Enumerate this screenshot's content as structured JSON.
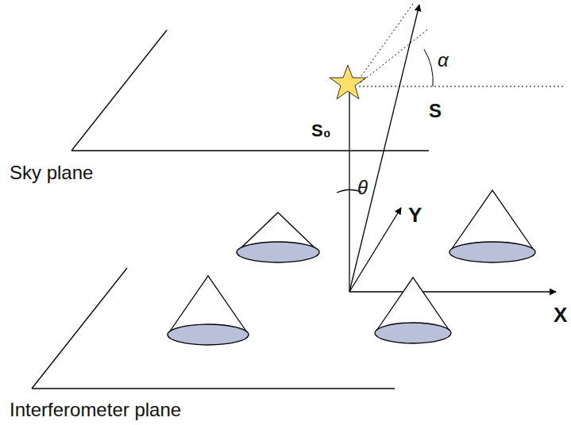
{
  "diagram": {
    "labels": [
      "Sky plane",
      "Interferometer plane",
      "S₀",
      "S",
      "θ",
      "α",
      "Y",
      "X"
    ]
  }
}
